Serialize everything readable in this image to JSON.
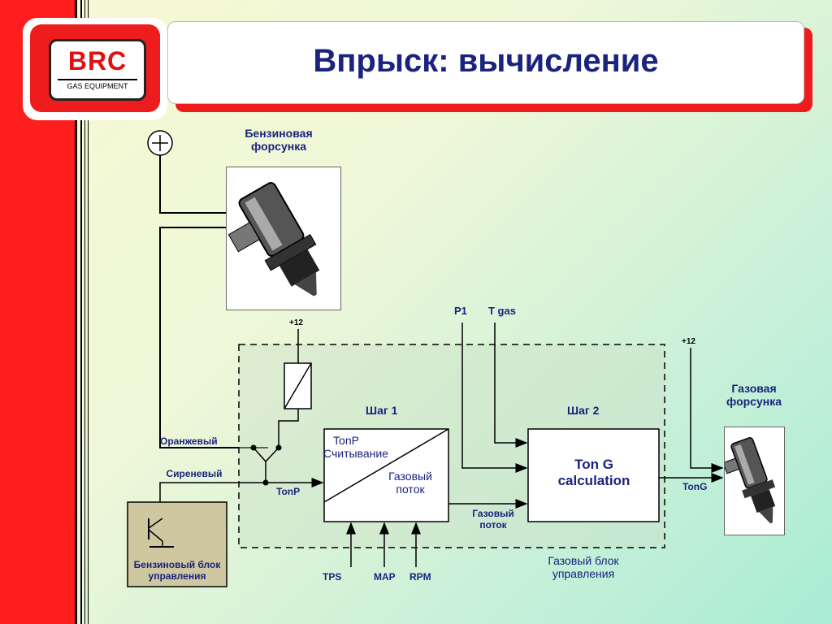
{
  "title": "Впрыск: вычисление",
  "logo": {
    "letters": "BRC",
    "subtitle": "GAS EQUIPMENT"
  },
  "colors": {
    "accent_red": "#ee1c1c",
    "text_blue": "#1a237e"
  },
  "labels": {
    "petrol_injector": "Бензиновая форсунка",
    "gas_injector": "Газовая форсунка",
    "plus12_left": "+12",
    "plus12_right": "+12",
    "p1": "P1",
    "tgas": "T gas",
    "step1": "Шаг 1",
    "step2": "Шаг 2",
    "orange": "Оранжевый",
    "purple": "Сиреневый",
    "tonp_wire": "TonP",
    "tonp_read": "TonP Считывание",
    "gas_flow_in_box": "Газовый поток",
    "gas_flow_out": "Газовый поток",
    "ton_g_calc": "Ton G calculation",
    "tong": "TonG",
    "petrol_ecu": "Бензиновый блок управления",
    "gas_ecu": "Газовый блок управления",
    "tps": "TPS",
    "map": "MAP",
    "rpm": "RPM"
  }
}
